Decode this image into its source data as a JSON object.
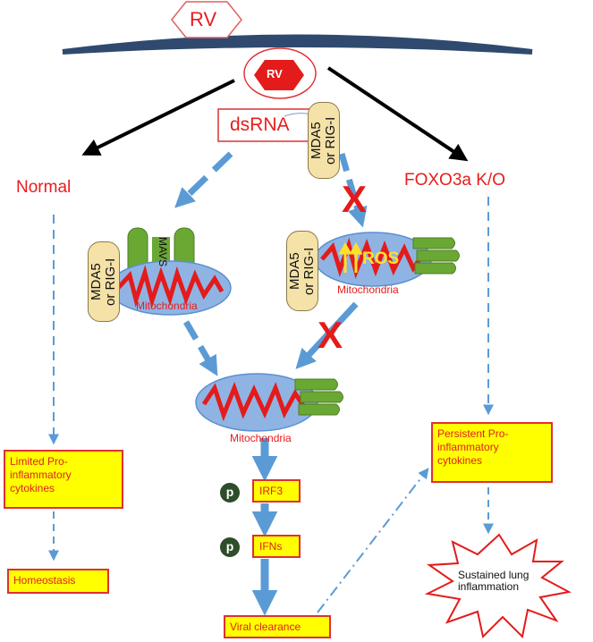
{
  "virus": {
    "label": "RV"
  },
  "virus_inside": {
    "label": "RV"
  },
  "dsrna": {
    "label": "dsRNA"
  },
  "branches": {
    "normal": "Normal",
    "foxo": "FOXO3a K/O"
  },
  "receptor": {
    "line1": "MDA5",
    "line2": "or RIG-I"
  },
  "mavs": {
    "label": "MAVS"
  },
  "ros": {
    "label": "ROS"
  },
  "mito_label": "Mitochondria",
  "signals": {
    "irf3": "IRF3",
    "ifns": "IFNs",
    "p": "p"
  },
  "outcomes": {
    "limited": "Limited Pro-inflammatory cytokines",
    "homeostasis": "Homeostasis",
    "viral_clearance": "Viral clearance",
    "persistent": "Persistent Pro-inflammatory cytokines",
    "sustained": "Sustained lung inflammation"
  },
  "block_mark": "X",
  "colors": {
    "red": "#e81c1c",
    "blue_arrow": "#5b9bd5",
    "yellow_box": "#ffff00",
    "mito_fill": "#8fb4e3",
    "mavs_green": "#6aa834",
    "receptor_fill": "#f5e2a8"
  }
}
